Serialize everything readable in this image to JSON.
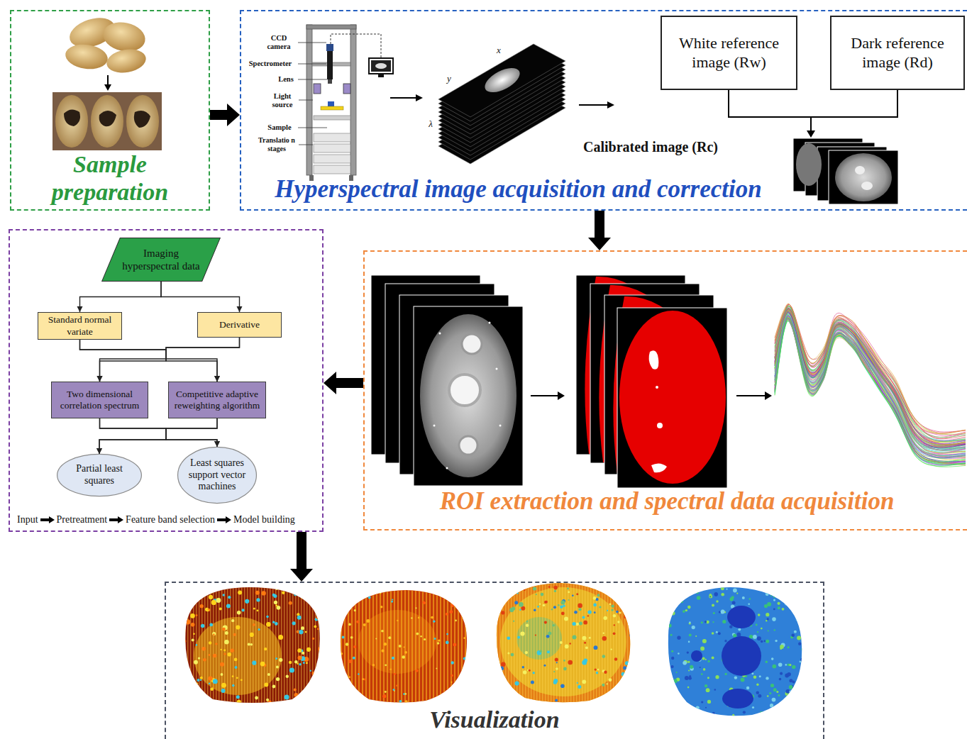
{
  "diagram": {
    "nodes": [
      {
        "text": [
          "Sample preparation"
        ]
      },
      {
        "text": [
          "Hyperspectral image acquisition and correction"
        ]
      },
      {
        "text": [
          "White reference image (Rw)"
        ],
        "in": 1
      },
      {
        "text": [
          "Dark reference image (Rd)"
        ],
        "in": 1
      },
      {
        "text": [
          "Input",
          "Pretreatment",
          "Feature band selection",
          "Model building"
        ]
      },
      {
        "text": [
          "Imaging hyperspectral data"
        ],
        "in": 4
      },
      {
        "text": [
          "Standard normal variate"
        ],
        "in": 4
      },
      {
        "text": [
          "Derivative"
        ],
        "in": 4
      },
      {
        "text": [
          "Two dimensional correlation spectrum"
        ],
        "in": 4
      },
      {
        "text": [
          "Competitive adaptive reweighting algorithm"
        ],
        "in": 4
      },
      {
        "text": [
          "Partial least squares"
        ],
        "in": 4
      },
      {
        "text": [
          "Least squares support vector machines"
        ],
        "in": 4
      },
      {
        "text": [
          "ROI extraction and spectral data acquisition"
        ]
      },
      {
        "text": [
          "Visualization"
        ]
      }
    ],
    "edges": [
      {
        "from": 0,
        "to": 1,
        "arrow": "to"
      },
      {
        "from": 1,
        "to": 12,
        "arrow": "to"
      },
      {
        "from": 12,
        "to": 4,
        "arrow": "to"
      },
      {
        "from": 4,
        "to": 13,
        "arrow": "to"
      },
      {
        "from": 5,
        "to": 6,
        "arrow": "to"
      },
      {
        "from": 5,
        "to": 7,
        "arrow": "to"
      },
      {
        "from": 6,
        "to": 8,
        "arrow": "to"
      },
      {
        "from": 6,
        "to": 9,
        "arrow": "to"
      },
      {
        "from": 7,
        "to": 8,
        "arrow": "to"
      },
      {
        "from": 7,
        "to": 9,
        "arrow": "to"
      },
      {
        "from": 8,
        "to": 10,
        "arrow": "to"
      },
      {
        "from": 8,
        "to": 11,
        "arrow": "to"
      },
      {
        "from": 9,
        "to": 10,
        "arrow": "to"
      },
      {
        "from": 9,
        "to": 11,
        "arrow": "to"
      }
    ],
    "labels": [
      "CCD camera",
      "Spectrometer",
      "Lens",
      "Light source",
      "Sample",
      "Translatio n stages",
      "x",
      "y",
      "λ",
      "Calibrated image (Rc)"
    ]
  }
}
